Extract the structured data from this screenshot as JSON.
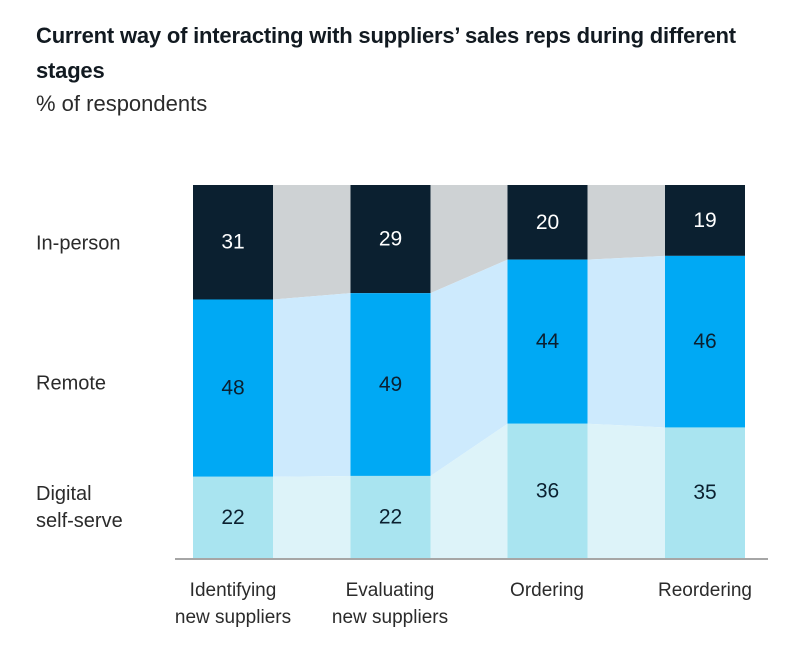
{
  "header": {
    "title": "Current way of interacting with suppliers’ sales reps during different stages",
    "subtitle": "% of respondents"
  },
  "chart_data": {
    "type": "bar",
    "variant": "stacked-100pct-with-connector-ribbons",
    "title": "Current way of interacting with suppliers’ sales reps during different stages",
    "subtitle": "% of respondents",
    "unit": "%",
    "ylim": [
      0,
      100
    ],
    "grid": "off",
    "legend_position": "left-row-labels",
    "categories": [
      "Identifying\nnew suppliers",
      "Evaluating\nnew suppliers",
      "Ordering",
      "Reordering"
    ],
    "series": [
      {
        "name": "In-person",
        "values": [
          31,
          29,
          20,
          19
        ],
        "color": "#0b2030",
        "ribbon_color": "#ced2d4",
        "value_label_color": "#ffffff"
      },
      {
        "name": "Remote",
        "values": [
          48,
          49,
          44,
          46
        ],
        "color": "#00a9f4",
        "ribbon_color": "#cdeafd",
        "value_label_color": "#0b2030"
      },
      {
        "name": "Digital\nself-serve",
        "values": [
          22,
          22,
          36,
          35
        ],
        "color": "#a9e4f0",
        "ribbon_color": "#ddf3f9",
        "value_label_color": "#0b2030"
      }
    ],
    "axis_color": "#a6a6a6"
  }
}
